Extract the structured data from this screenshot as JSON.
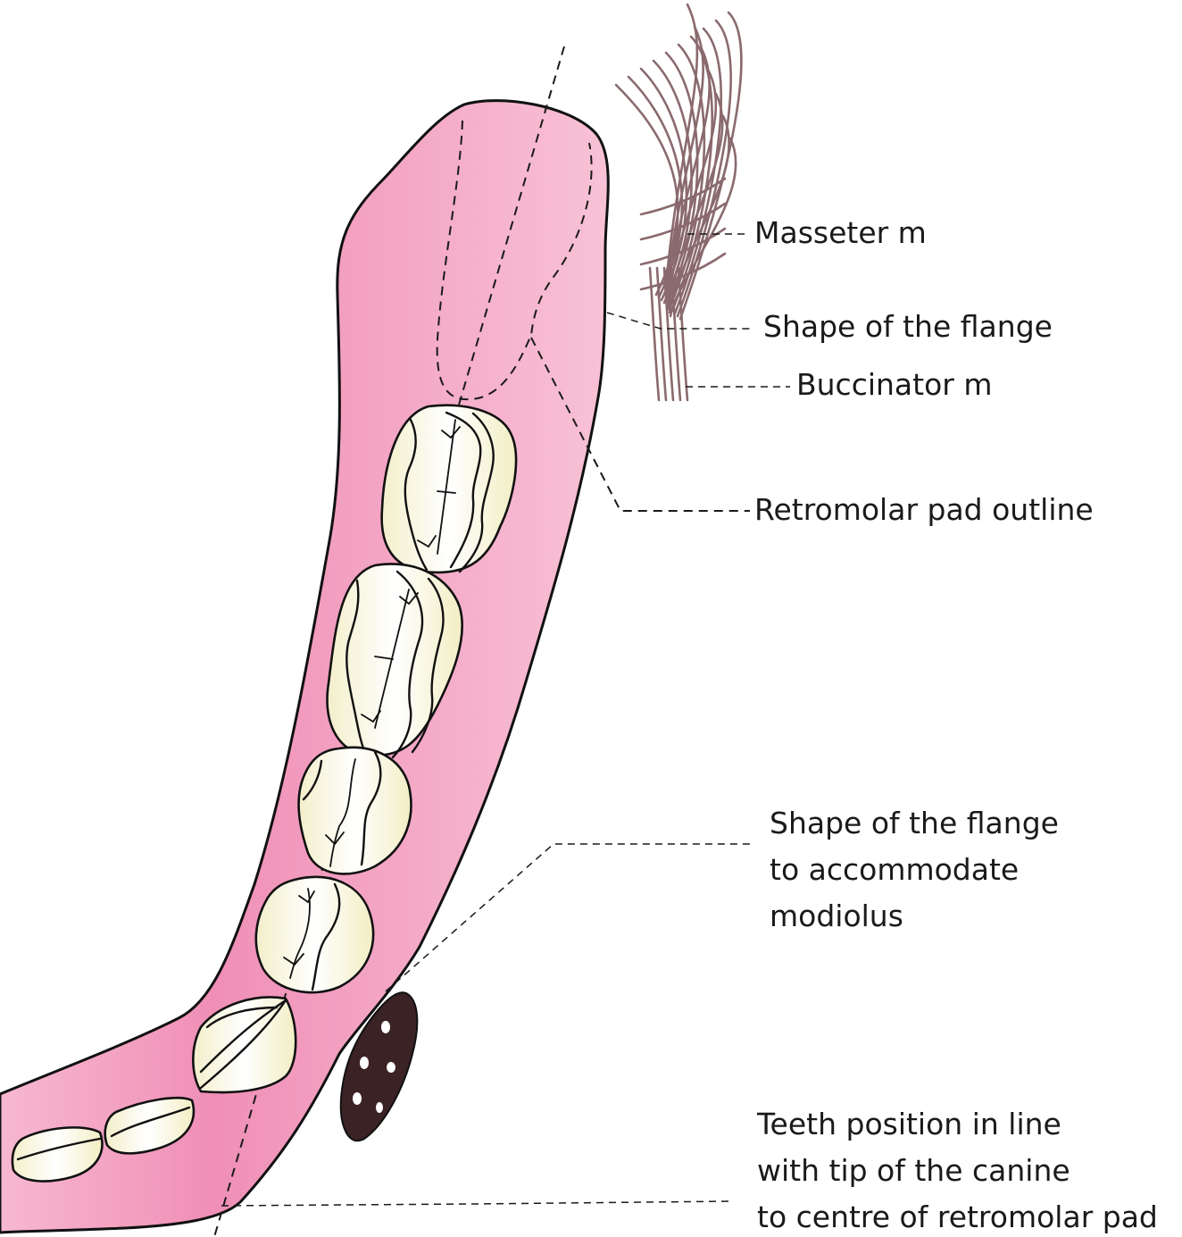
{
  "labels": {
    "masseter": "Masseter m",
    "flange_top": "Shape of the flange",
    "buccinator": "Buccinator m",
    "retromolar": "Retromolar pad outline",
    "flange_modiolus": [
      "Shape of the flange",
      "to accommodate",
      "modiolus"
    ],
    "teeth_position": [
      "Teeth position in line",
      "with tip of the canine",
      "to centre of retromolar pad"
    ]
  },
  "colors": {
    "gum_dark": "#f08fb6",
    "gum_light": "#f7bcd3",
    "tooth_light": "#ffffff",
    "tooth_shade": "#f2eec8",
    "muscle": "#8a6a6e",
    "modiolus": "#3b2224"
  }
}
